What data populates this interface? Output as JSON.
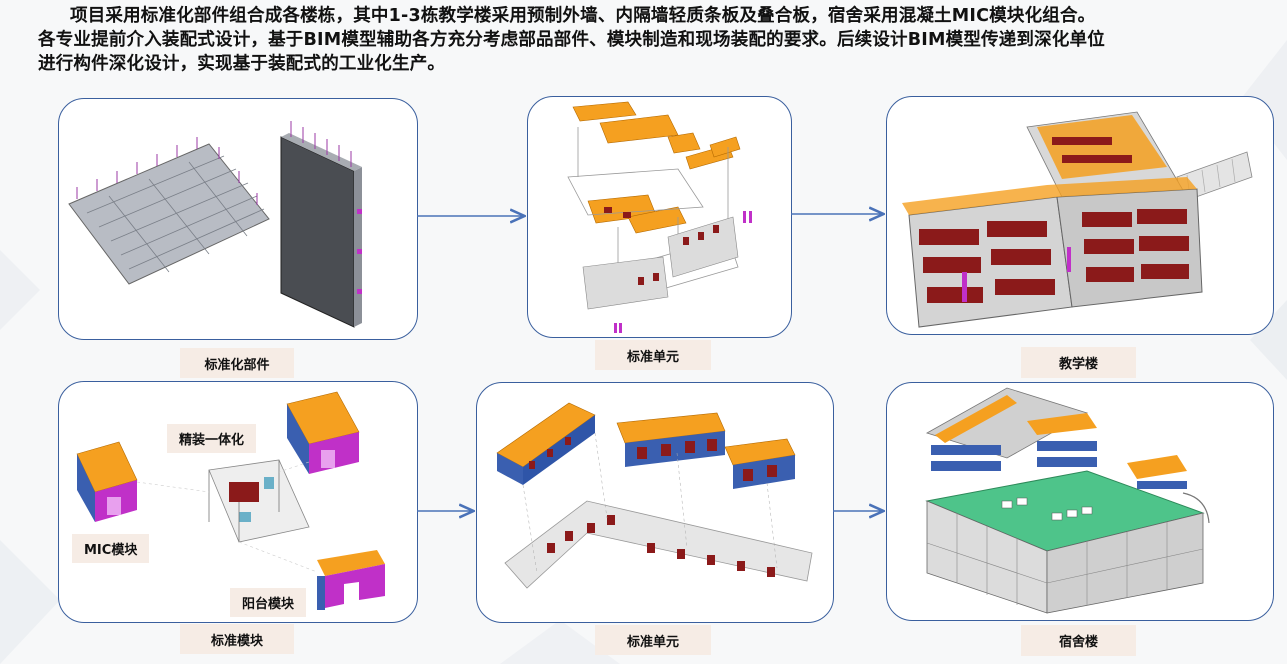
{
  "intro": {
    "line1": "项目采用标准化部件组合成各楼栋，其中1-3栋教学楼采用预制外墙、内隔墙轻质条板及叠合板，宿舍采用混凝土MIC模块化组合。",
    "line2": "各专业提前介入装配式设计，基于BIM模型辅助各方充分考虑部品部件、模块制造和现场装配的要求。后续设计BIM模型传递到深化单位",
    "line3": "进行构件深化设计，实现基于装配式的工业化生产。"
  },
  "panels": {
    "p1": {
      "caption": "标准化部件"
    },
    "p2": {
      "caption": "标准单元"
    },
    "p3": {
      "caption": "教学楼"
    },
    "p4": {
      "caption": "标准模块",
      "label_finish": "精装一体化",
      "label_mic": "MIC模块",
      "label_balcony": "阳台模块"
    },
    "p5": {
      "caption": "标准单元"
    },
    "p6": {
      "caption": "宿舍楼"
    }
  },
  "colors": {
    "frame": "#3a5f9e",
    "arrow": "#4a72b8",
    "caption_bg": "#f6ece5",
    "orange": "#f5a020",
    "magenta": "#c030c8",
    "maroon": "#8b1a1a",
    "blue_module": "#3a5fb0",
    "green_roof": "#4ec48a"
  }
}
